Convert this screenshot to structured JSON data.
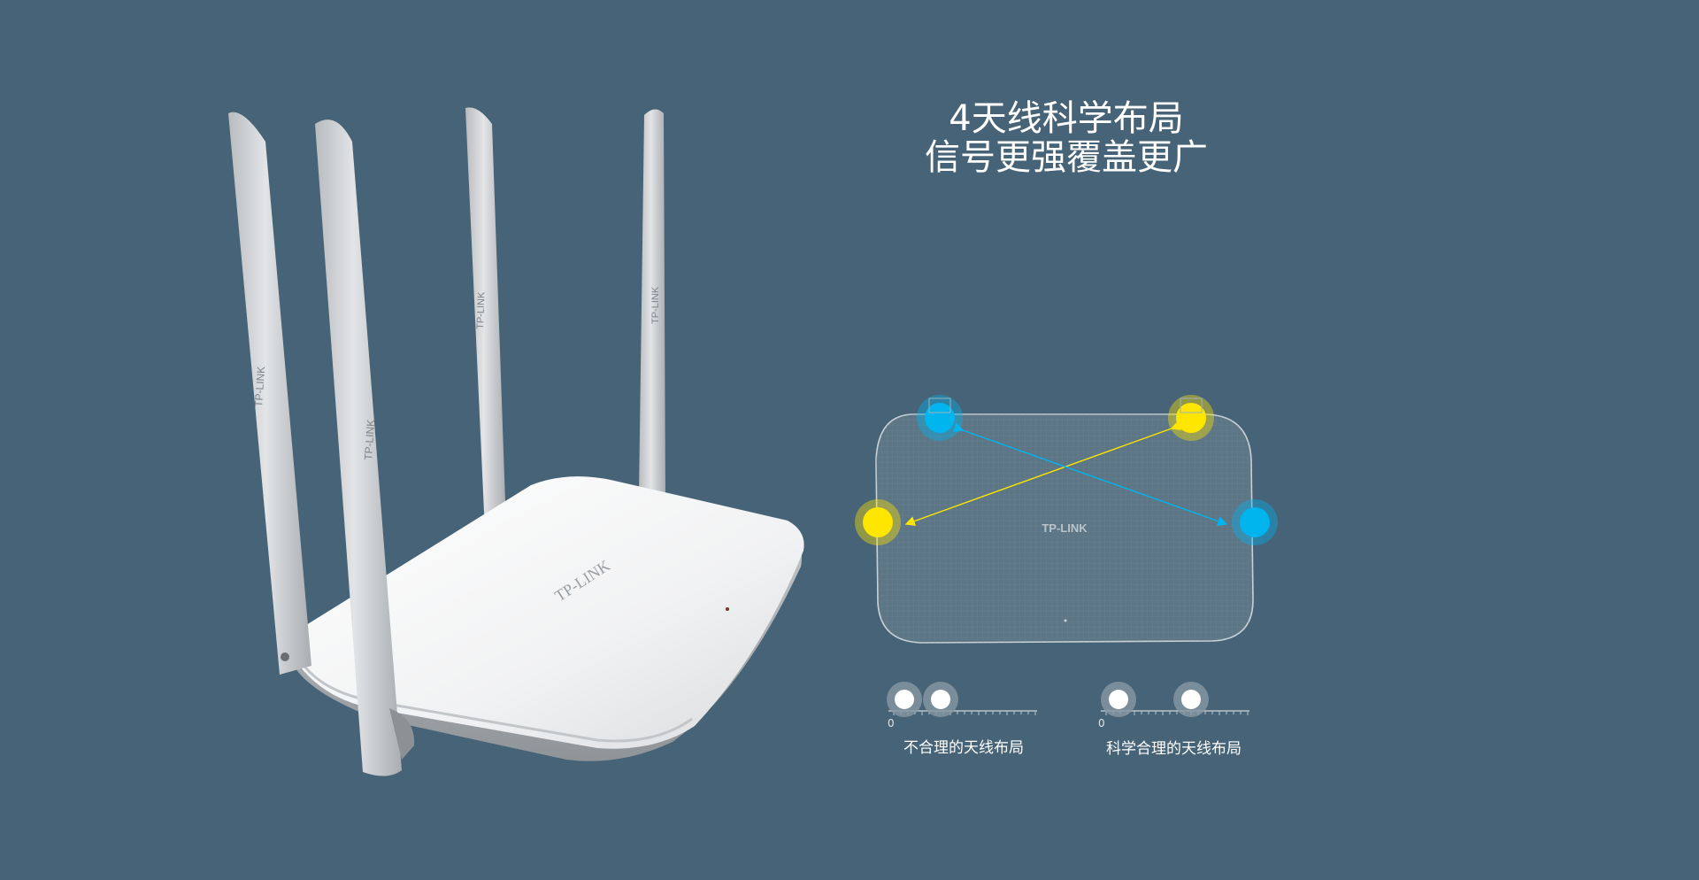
{
  "headline": {
    "line1": "4天线科学布局",
    "line2": "信号更强覆盖更广"
  },
  "router": {
    "logo_text": "TP-LINK",
    "antenna_logo_text": "TP-LINK"
  },
  "diagram": {
    "logo_text": "TP-LINK",
    "colors": {
      "blue": "#00b4ee",
      "yellow": "#ffe600",
      "outline": "#c9d2d8"
    }
  },
  "scales": {
    "bad": {
      "zero": "0",
      "label": "不合理的天线布局"
    },
    "good": {
      "zero": "0",
      "label": "科学合理的天线布局"
    }
  }
}
